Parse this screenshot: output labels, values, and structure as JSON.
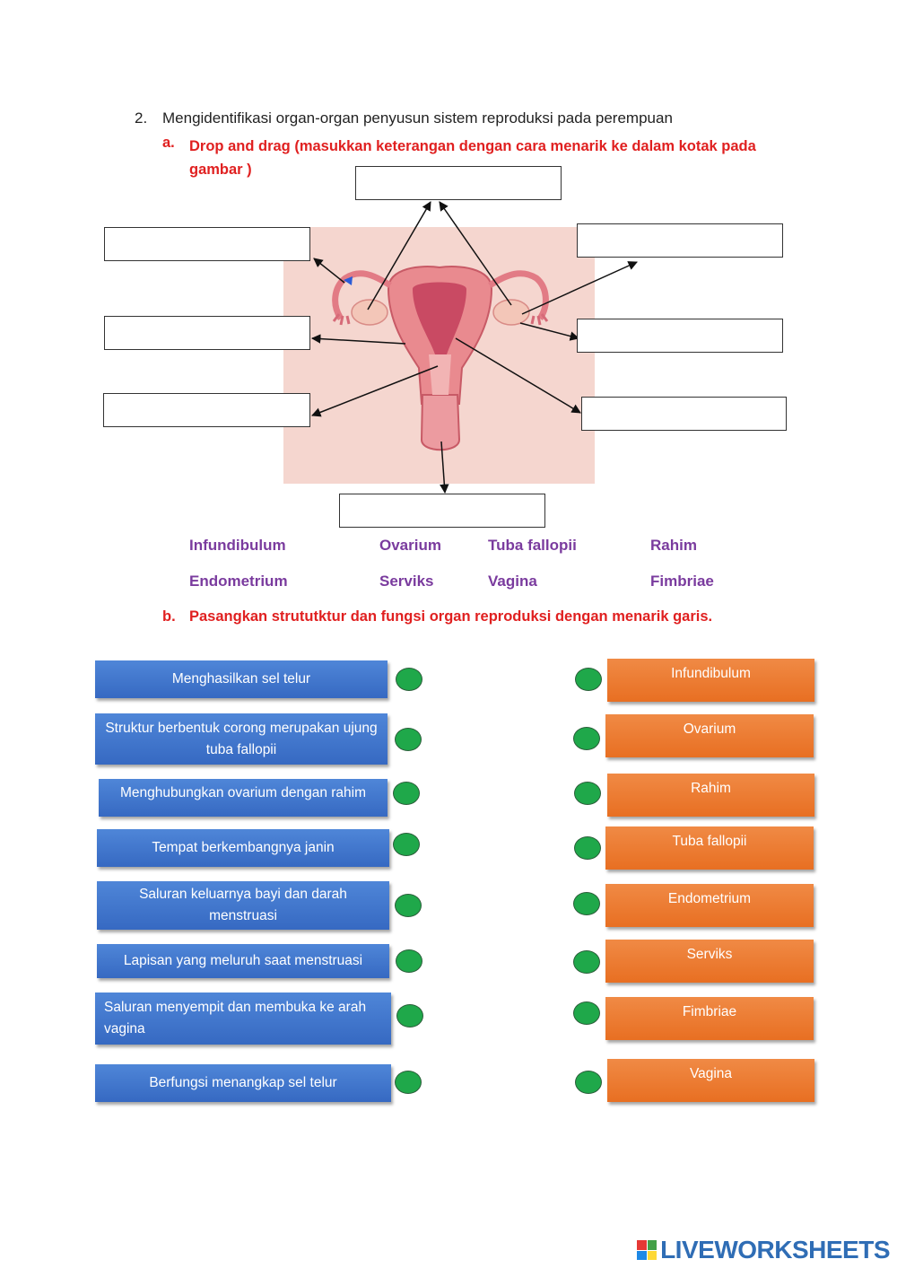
{
  "question": {
    "number": "2.",
    "text": "Mengidentifikasi organ-organ penyusun sistem reproduksi pada perempuan"
  },
  "part_a": {
    "letter": "a.",
    "text": "Drop and drag (masukkan keterangan dengan cara menarik ke dalam kotak pada gambar )"
  },
  "word_bank": [
    "Infundibulum",
    "Ovarium",
    "Tuba fallopii",
    "Rahim",
    "Endometrium",
    "Serviks",
    "Vagina",
    "Fimbriae"
  ],
  "part_b": {
    "letter": "b.",
    "text": "Pasangkan strututktur dan fungsi organ reproduksi dengan menarik garis."
  },
  "functions": [
    "Menghasilkan sel telur",
    "Struktur berbentuk corong merupakan ujung tuba fallopii",
    "Menghubungkan ovarium dengan rahim",
    "Tempat berkembangnya janin",
    "Saluran keluarnya bayi dan darah menstruasi",
    "Lapisan yang meluruh saat menstruasi",
    "Saluran menyempit dan membuka ke arah vagina",
    "Berfungsi menangkap sel telur"
  ],
  "organs": [
    "Infundibulum",
    "Ovarium",
    "Rahim",
    "Tuba fallopii",
    "Endometrium",
    "Serviks",
    "Fimbriae",
    "Vagina"
  ],
  "brand": "LIVEWORKSHEETS",
  "colors": {
    "part_label": "#e02020",
    "word_bank": "#7a3b9e",
    "function_box": "#3f74cc",
    "organ_box": "#eb7a30",
    "match_dot": "#1fa84a"
  }
}
